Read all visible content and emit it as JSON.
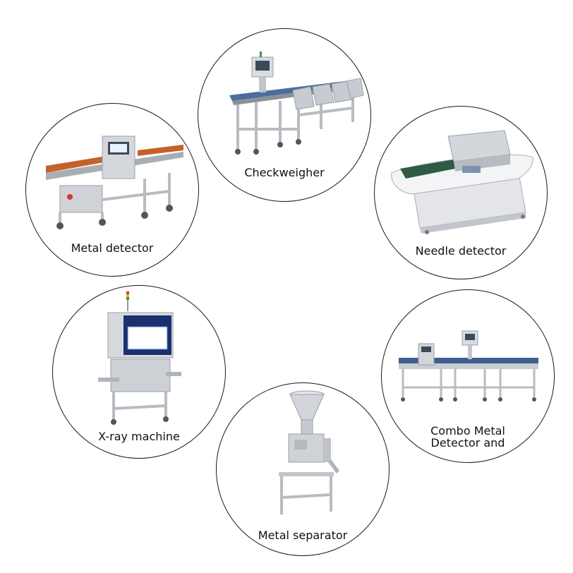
{
  "products": [
    {
      "label": "Checkweigher",
      "icon": "checkweigher-machine-image"
    },
    {
      "label": "Metal detector",
      "icon": "metal-detector-machine-image"
    },
    {
      "label": "Needle detector",
      "icon": "needle-detector-machine-image"
    },
    {
      "label": "X-ray machine",
      "icon": "x-ray-machine-image"
    },
    {
      "label": "Combo Metal Detector and",
      "line1": "Combo Metal",
      "line2": "Detector and",
      "icon": "combo-machine-image"
    },
    {
      "label": "Metal separator",
      "icon": "metal-separator-machine-image"
    }
  ]
}
